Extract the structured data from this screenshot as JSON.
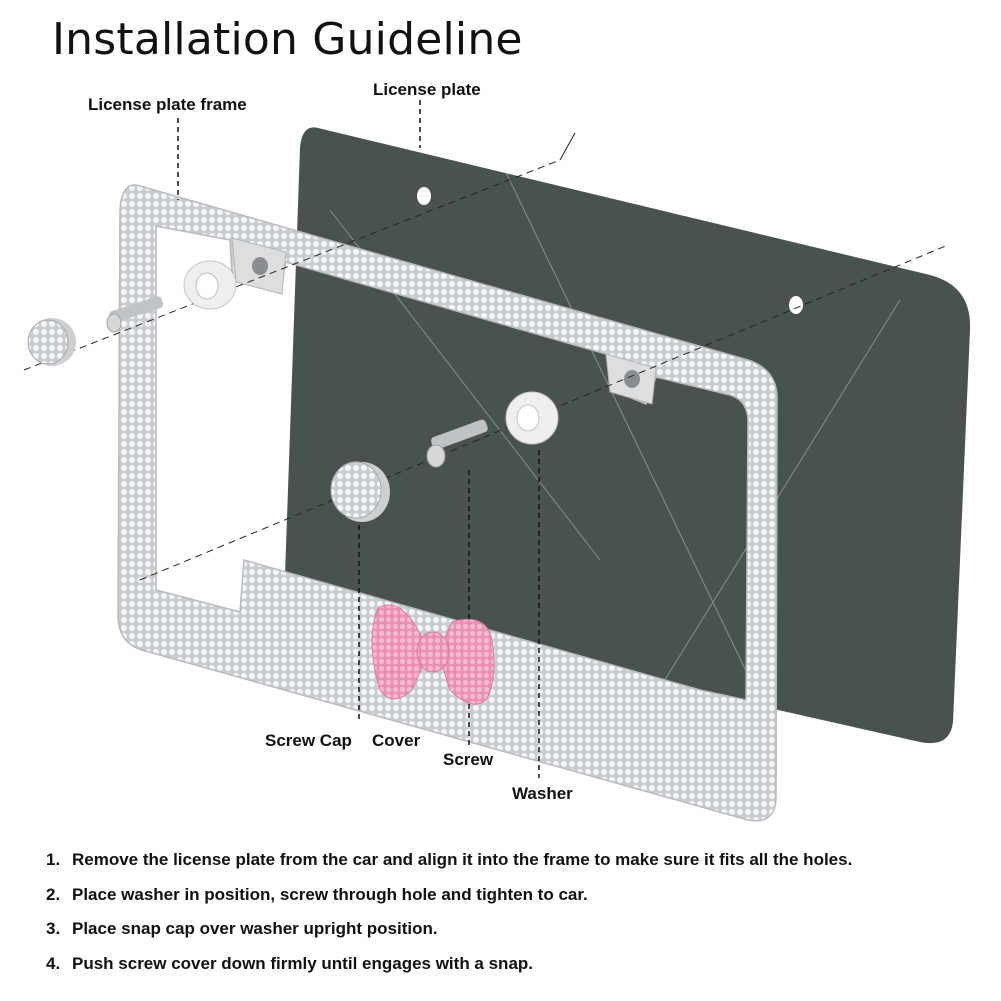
{
  "title": "Installation Guideline",
  "labels": {
    "license_plate_frame": "License plate frame",
    "license_plate": "License plate",
    "screw_cap": "Screw Cap",
    "cover": "Cover",
    "screw": "Screw",
    "washer": "Washer"
  },
  "steps": [
    {
      "num": "1.",
      "text": "Remove the license plate from the car and align it into the frame to make sure it fits all the holes."
    },
    {
      "num": "2.",
      "text": "Place washer in position, screw through hole and tighten to car."
    },
    {
      "num": "3.",
      "text": "Place snap cap over washer upright position."
    },
    {
      "num": "4.",
      "text": "Push screw cover down firmly until engages with a snap."
    }
  ],
  "colors": {
    "plate": "#4a5250",
    "frame": "#d4d6d8",
    "bow": "#f2a7c6",
    "text": "#111111"
  },
  "icons": [
    "rhinestone-frame",
    "license-plate",
    "screw-cap",
    "washer",
    "screw",
    "bow"
  ]
}
